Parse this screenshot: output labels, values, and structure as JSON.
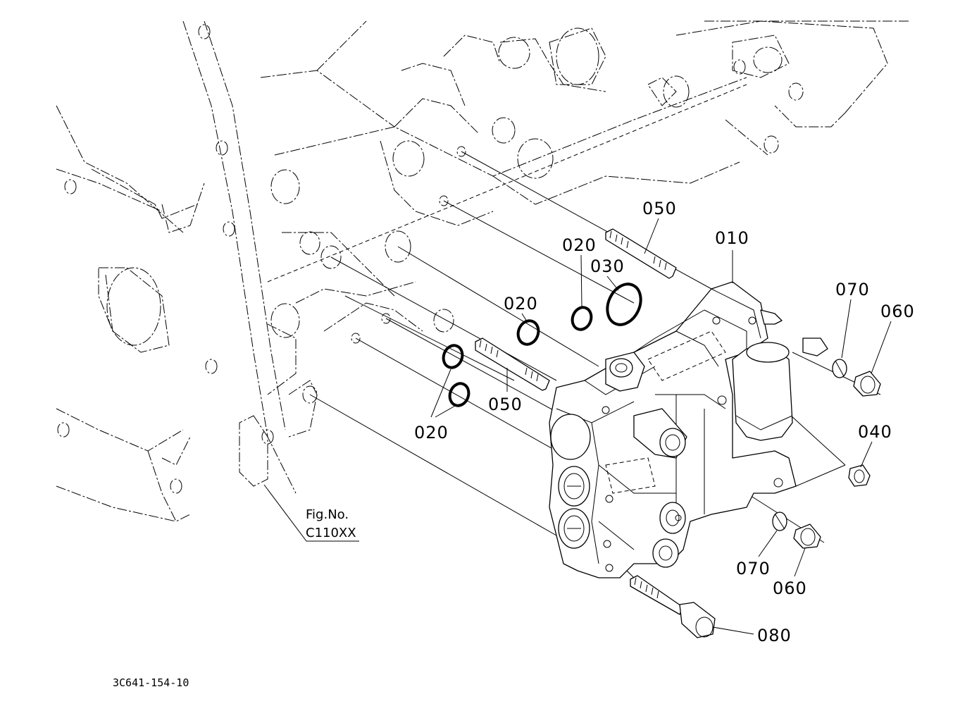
{
  "callouts": {
    "c010": "010",
    "c020a": "020",
    "c020b": "020",
    "c020c": "020",
    "c030": "030",
    "c040": "040",
    "c050a": "050",
    "c050b": "050",
    "c060a": "060",
    "c060b": "060",
    "c070a": "070",
    "c070b": "070",
    "c080": "080"
  },
  "figure_ref": {
    "line1": "Fig.No.",
    "line2": "C110XX"
  },
  "drawing_code": "3C641-154-10"
}
